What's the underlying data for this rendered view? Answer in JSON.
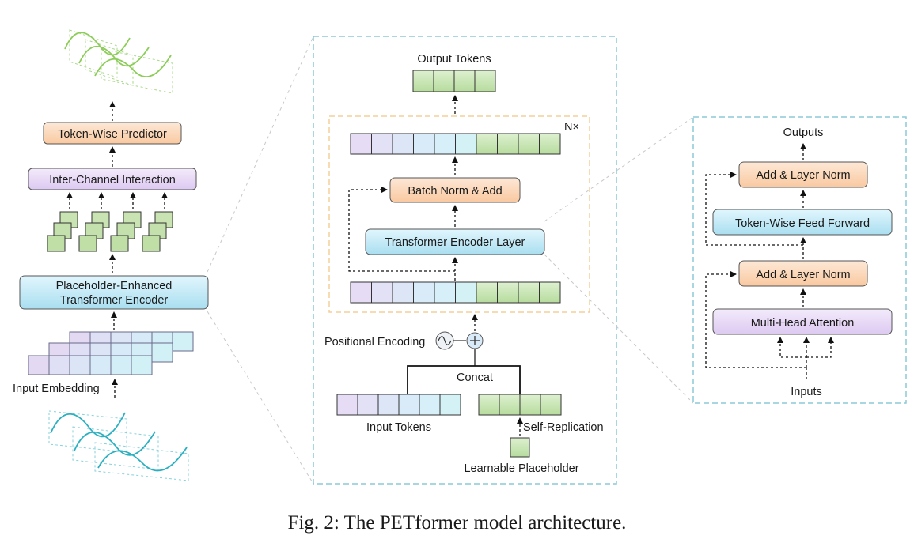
{
  "left_pipeline": {
    "token_wise_predictor": "Token-Wise Predictor",
    "inter_channel_interaction": "Inter-Channel Interaction",
    "encoder_line1": "Placeholder-Enhanced",
    "encoder_line2": "Transformer Encoder",
    "input_embedding": "Input Embedding"
  },
  "center_panel": {
    "output_tokens": "Output Tokens",
    "repeat_label": "N×",
    "batch_norm_add": "Batch Norm & Add",
    "transformer_encoder_layer": "Transformer Encoder Layer",
    "positional_encoding": "Positional Encoding",
    "concat": "Concat",
    "input_tokens": "Input Tokens",
    "self_replication": "Self-Replication",
    "learnable_placeholder": "Learnable Placeholder"
  },
  "right_panel": {
    "outputs": "Outputs",
    "add_layer_norm_top": "Add & Layer Norm",
    "token_wise_feed_forward": "Token-Wise Feed Forward",
    "add_layer_norm_bottom": "Add & Layer Norm",
    "multi_head_attention": "Multi-Head Attention",
    "inputs": "Inputs"
  },
  "colors": {
    "input_token_gradient": [
      "#e6dcf5",
      "#e2e1f6",
      "#dde6f7",
      "#d9ebf8",
      "#d6eff8"
    ],
    "placeholder_token": "#cfe6bf",
    "predictor_box": "#fde0c8",
    "interaction_box": "#eadcf5",
    "encoder_box": "#c9ecf8",
    "panel_border": "#8ccad8",
    "stack_border": "#f3cf9a",
    "wave_green": "#8ccc58",
    "wave_teal": "#2ab0c0"
  },
  "caption": "Fig. 2: The PETformer model architecture."
}
